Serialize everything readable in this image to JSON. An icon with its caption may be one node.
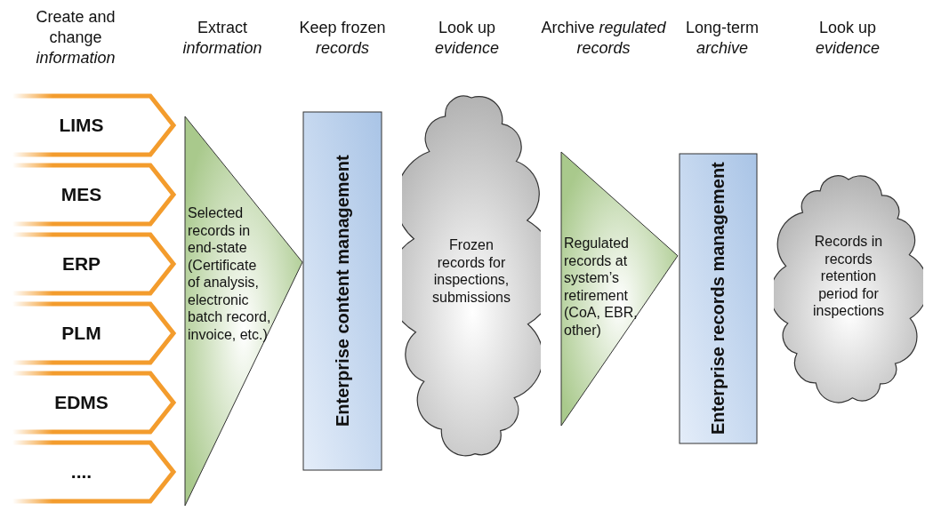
{
  "diagram": {
    "nodes": [
      {
        "text": [
          "LIMS"
        ]
      },
      {
        "text": [
          "MES"
        ]
      },
      {
        "text": [
          "ERP"
        ]
      },
      {
        "text": [
          "PLM"
        ]
      },
      {
        "text": [
          "EDMS"
        ]
      },
      {
        "text": [
          "...."
        ]
      },
      {
        "text": [
          "Selected records in end-state (Certificate of analysis, electronic batch record, invoice, etc.)"
        ]
      },
      {
        "text": [
          "Enterprise content management"
        ]
      },
      {
        "text": [
          "Frozen records for inspections, submissions"
        ]
      },
      {
        "text": [
          "Regulated records at system’s retirement (CoA, EBR, other)"
        ]
      },
      {
        "text": [
          "Enterprise records management"
        ]
      },
      {
        "text": [
          "Records in records retention period for inspections"
        ]
      }
    ],
    "edges": [],
    "labels": [
      "Create and change *information*",
      "Extract *information*",
      "Keep frozen *records*",
      "Look up *evidence*",
      "Archive *regulated records*",
      "Long-term *archive*",
      "Look up *evidence*"
    ]
  }
}
